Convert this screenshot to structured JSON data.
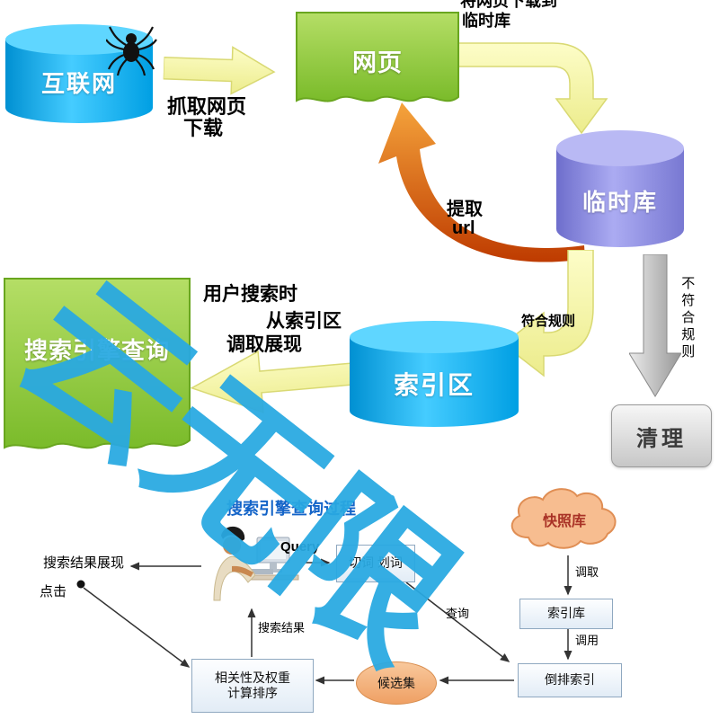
{
  "watermark": {
    "text": "云无限",
    "color": "#29A9E2"
  },
  "colors": {
    "cylinder_blue": "#00AEEF",
    "cylinder_purple": "#8585DB",
    "doc_green": "#8CC63E",
    "arrow_yellow": "#F7F7B2",
    "arrow_orange": "#E06A10",
    "arrow_gray": "#BDBDBD",
    "cloud_salmon": "#F7BD90",
    "flowbox_fill": "#EAF1F8",
    "title_blue": "#1464C8"
  },
  "icons": {
    "spider": "spider-icon",
    "user": "person-at-computer-icon"
  },
  "top": {
    "internet_db": "互联网",
    "crawl_line1": "抓取网页",
    "crawl_line2": "下载",
    "webpage_doc": "网页",
    "download_line1": "将网页下载到",
    "download_line2": "临时库",
    "temp_db": "临时库",
    "extract_line1": "提取",
    "extract_line2": "url",
    "rule_match": "符合规则",
    "rule_nomatch": "不符合规则",
    "index_db": "索引区",
    "cleanup_box": "清理",
    "query_doc": "搜索引擎查询",
    "serve_line1": "用户搜索时",
    "serve_line2": "从索引区",
    "serve_line3": "调取展现"
  },
  "bottom": {
    "title": "搜索引擎查询过程",
    "query": "Query",
    "segment_box": "切词 划词",
    "snapshot_cloud": "快照库",
    "index_store_box": "索引库",
    "inverted_index_box": "倒排索引",
    "candidate_ellipse": "候选集",
    "rank_line1": "相关性及权重",
    "rank_line2": "计算排序",
    "label_fetch": "调取",
    "label_call": "调用",
    "label_query": "查询",
    "label_result": "搜索结果",
    "label_serp": "搜索结果展现",
    "label_click": "点击"
  }
}
